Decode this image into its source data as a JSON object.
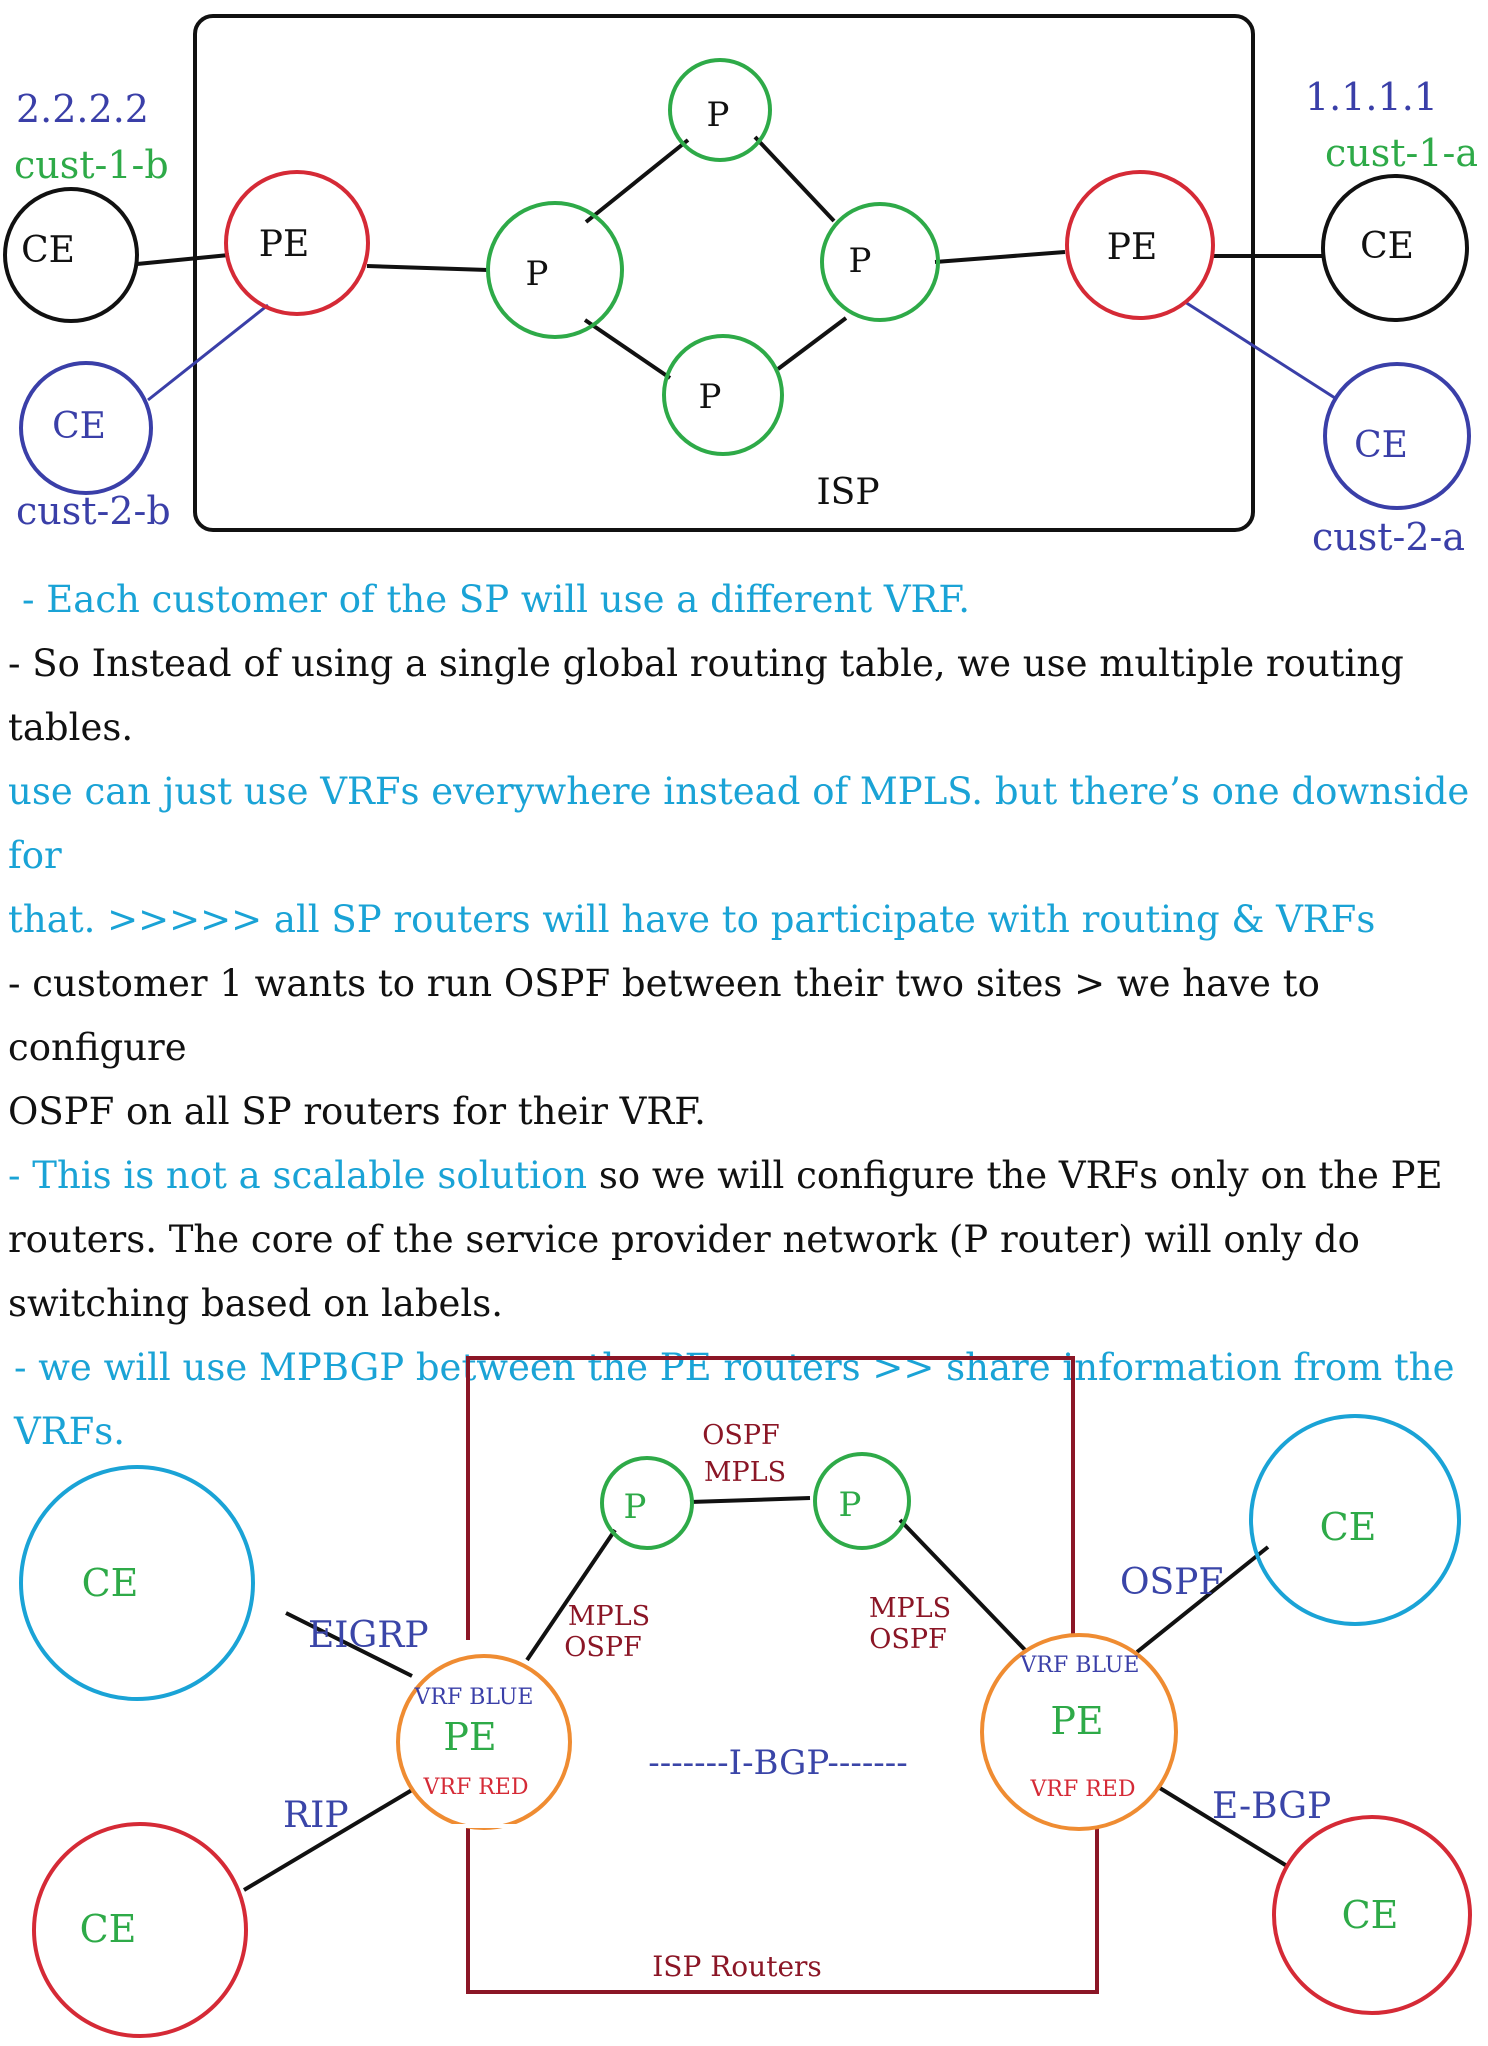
{
  "colors": {
    "black": "#111111",
    "green": "#2eaa48",
    "red": "#d52a36",
    "blue": "#3a3fa8",
    "navy": "#3a45a8",
    "cyan": "#1aa3d6",
    "orange": "#ef8c32",
    "maroon": "#8b1626"
  },
  "diagram1": {
    "box_label": "ISP",
    "left": {
      "ip": "2.2.2.2",
      "cust_black": "cust-1-b",
      "cust_blue": "cust-2-b",
      "ce_black": "CE",
      "ce_blue": "CE",
      "pe": "PE"
    },
    "right": {
      "ip": "1.1.1.1",
      "cust_black": "cust-1-a",
      "cust_blue": "cust-2-a",
      "ce_black": "CE",
      "ce_blue": "CE",
      "pe": "PE"
    },
    "p_routers": [
      "P",
      "P",
      "P",
      "P"
    ]
  },
  "notes": {
    "line1": "- Each customer of the SP will use a different VRF.",
    "line2a": "- So Instead of using a single global routing table, we use multiple routing",
    "line2b": "tables.",
    "line3a": "use can just use VRFs everywhere instead of MPLS. but there’s one downside for",
    "line3b": "that. >>>>> all SP routers will have to participate with routing & VRFs",
    "line4a": "- customer 1 wants to run OSPF between their two sites > we have to configure",
    "line4b": "OSPF on all SP routers  for their VRF.",
    "line5_cyan": "- This is not a scalable solution",
    "line5_black": " so we will configure the VRFs only on the PE",
    "line5b": "routers. The core of the service provider network (P router) will only do",
    "line5c": "switching based on labels.",
    "line6a": "- we will use MPBGP between the PE routers >> share information from the",
    "line6b": "VRFs."
  },
  "diagram2": {
    "box_label": "ISP Routers",
    "p_left": "P",
    "p_right": "P",
    "core_link": {
      "line1": "OSPF",
      "line2": "MPLS"
    },
    "left_uplink": {
      "line1": "MPLS",
      "line2": "OSPF"
    },
    "right_uplink": {
      "line1": "MPLS",
      "line2": "OSPF"
    },
    "pe_left": {
      "name": "PE",
      "vrf_blue": "VRF BLUE",
      "vrf_red": "VRF RED"
    },
    "pe_right": {
      "name": "PE",
      "vrf_blue": "VRF BLUE",
      "vrf_red": "VRF RED"
    },
    "ibgp": "-------I-BGP-------",
    "ce_left_blue": "CE",
    "ce_left_red": "CE",
    "ce_right_blue": "CE",
    "ce_right_red": "CE",
    "eigrp": "EIGRP",
    "rip": "RIP",
    "ospf": "OSPF",
    "ebgp": "E-BGP"
  }
}
